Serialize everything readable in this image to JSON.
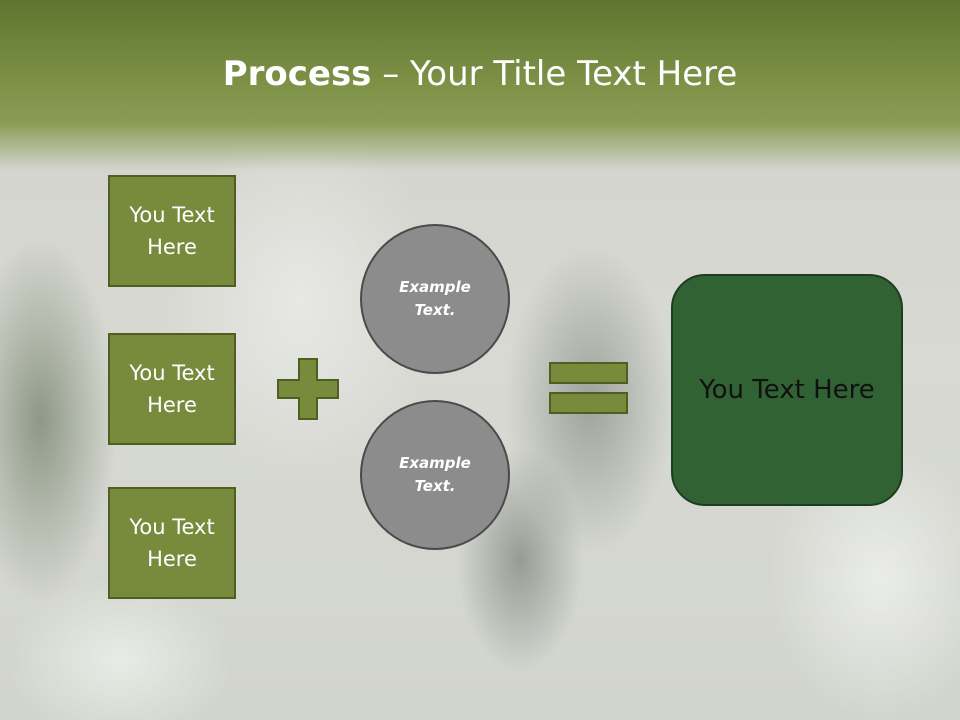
{
  "slide": {
    "title_bold": "Process",
    "title_rest": " – Your Title Text Here"
  },
  "inputs": [
    {
      "label": "You Text Here"
    },
    {
      "label": "You Text Here"
    },
    {
      "label": "You Text Here"
    }
  ],
  "operators": {
    "plus_icon": "plus-icon",
    "equals_icon": "equals-icon"
  },
  "examples": [
    {
      "label": "Example Text."
    },
    {
      "label": "Example Text."
    }
  ],
  "result": {
    "label": "You Text Here"
  },
  "colors": {
    "header": "#7a8f44",
    "box_fill": "#788a3c",
    "circle_fill": "#8c8c8c",
    "result_fill": "#316233"
  }
}
